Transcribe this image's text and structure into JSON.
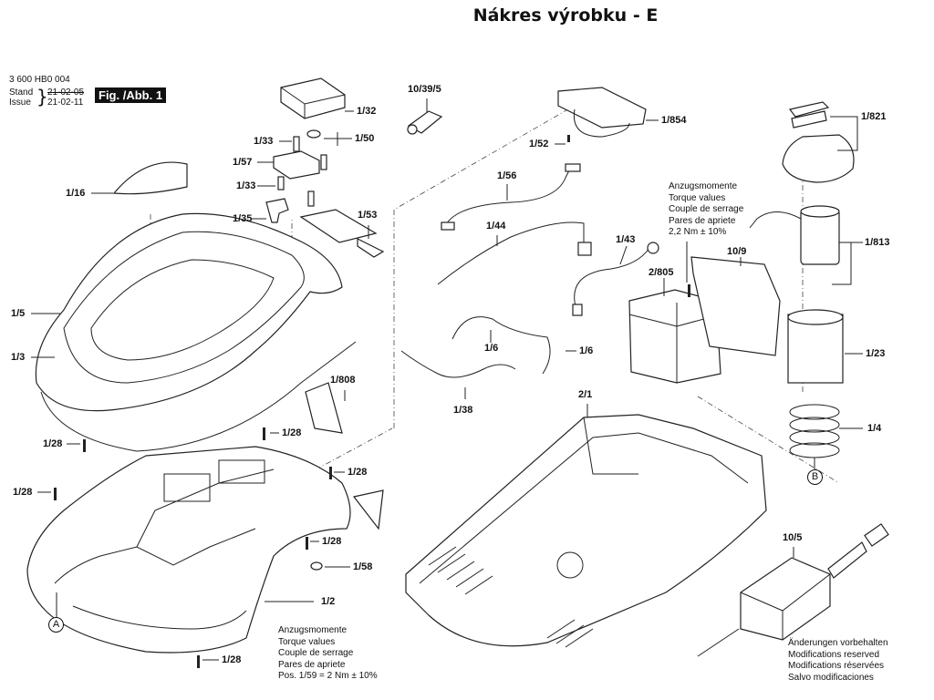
{
  "title": "Nákres výrobku - E",
  "header": {
    "doc_number": "3 600 HB0 004",
    "stand_label": "Stand",
    "issue_label": "Issue",
    "stand_date": "21-02-05",
    "issue_date": "21-02-11",
    "figure_badge": "Fig. /Abb. 1"
  },
  "part_labels": {
    "p1_32": "1/32",
    "p1_33a": "1/33",
    "p1_50": "1/50",
    "p1_57": "1/57",
    "p1_33b": "1/33",
    "p1_35": "1/35",
    "p1_53": "1/53",
    "p1_16": "1/16",
    "p1_5": "1/5",
    "p1_3": "1/3",
    "p1_808": "1/808",
    "p1_28a": "1/28",
    "p1_28b": "1/28",
    "p1_28c": "1/28",
    "p1_28d": "1/28",
    "p1_28e": "1/28",
    "p1_28f": "1/28",
    "p1_58": "1/58",
    "p1_2": "1/2",
    "p10_39_5": "10/39/5",
    "p1_854": "1/854",
    "p1_52": "1/52",
    "p1_56": "1/56",
    "p1_44": "1/44",
    "p1_43": "1/43",
    "p2_805": "2/805",
    "p10_9": "10/9",
    "p1_6a": "1/6",
    "p1_6b": "1/6",
    "p1_38": "1/38",
    "p2_1": "2/1",
    "p1_821": "1/821",
    "p1_813": "1/813",
    "p1_23": "1/23",
    "p1_4": "1/4",
    "p10_5": "10/5"
  },
  "markers": {
    "a": "A",
    "b": "B"
  },
  "torque_note_top": [
    "Anzugsmomente",
    "Torque values",
    "Couple de serrage",
    "Pares de apriete",
    "2,2 Nm  ± 10%"
  ],
  "torque_note_bottom": [
    "Anzugsmomente",
    "Torque values",
    "Couple de serrage",
    "Pares de apriete",
    "Pos.    1/59 = 2 Nm  ± 10%"
  ],
  "footer_note": [
    "Änderungen vorbehalten",
    "Modifications reserved",
    "Modifications réservées",
    "Salvo modificaciones"
  ]
}
